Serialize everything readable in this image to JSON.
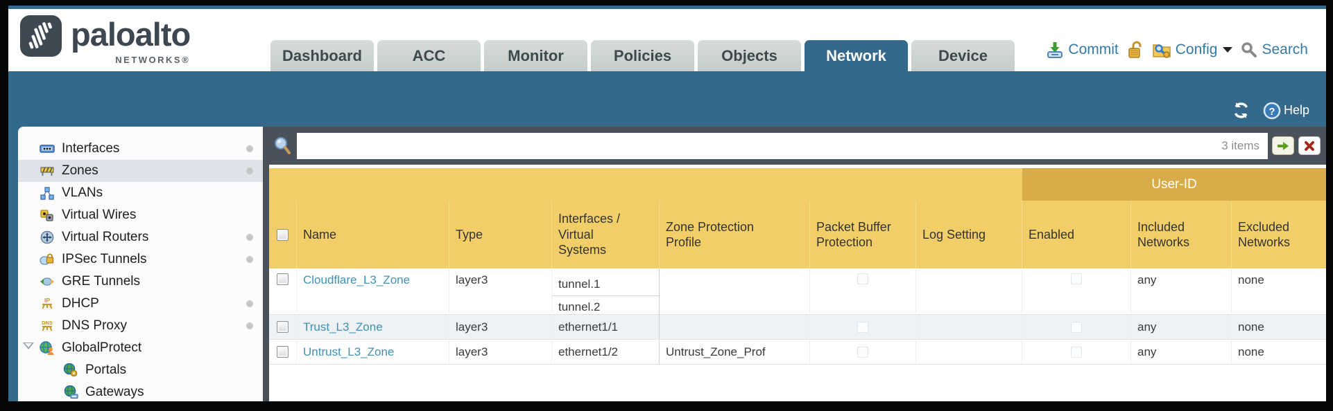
{
  "brand": {
    "name": "paloalto",
    "subtitle": "NETWORKS®"
  },
  "nav": {
    "tabs": [
      {
        "label": "Dashboard",
        "active": false
      },
      {
        "label": "ACC",
        "active": false
      },
      {
        "label": "Monitor",
        "active": false
      },
      {
        "label": "Policies",
        "active": false
      },
      {
        "label": "Objects",
        "active": false
      },
      {
        "label": "Network",
        "active": true
      },
      {
        "label": "Device",
        "active": false
      }
    ],
    "actions": {
      "commit": "Commit",
      "config": "Config",
      "search": "Search"
    }
  },
  "band": {
    "help": "Help"
  },
  "sidebar": {
    "items": [
      {
        "label": "Interfaces"
      },
      {
        "label": "Zones"
      },
      {
        "label": "VLANs"
      },
      {
        "label": "Virtual Wires"
      },
      {
        "label": "Virtual Routers"
      },
      {
        "label": "IPSec Tunnels"
      },
      {
        "label": "GRE Tunnels"
      },
      {
        "label": "DHCP"
      },
      {
        "label": "DNS Proxy"
      },
      {
        "label": "GlobalProtect"
      },
      {
        "label": "Portals"
      },
      {
        "label": "Gateways"
      }
    ]
  },
  "search": {
    "count": "3 items",
    "value": ""
  },
  "table": {
    "group_header": "User-ID",
    "columns": [
      "Name",
      "Type",
      "Interfaces / Virtual Systems",
      "Zone Protection Profile",
      "Packet Buffer Protection",
      "Log Setting",
      "Enabled",
      "Included Networks",
      "Excluded Networks"
    ],
    "rows": [
      {
        "name": "Cloudflare_L3_Zone",
        "type": "layer3",
        "interfaces": [
          "tunnel.1",
          "tunnel.2"
        ],
        "zone_protection_profile": "",
        "log_setting": "",
        "included_networks": "any",
        "excluded_networks": "none"
      },
      {
        "name": "Trust_L3_Zone",
        "type": "layer3",
        "interfaces": [
          "ethernet1/1"
        ],
        "zone_protection_profile": "",
        "log_setting": "",
        "included_networks": "any",
        "excluded_networks": "none"
      },
      {
        "name": "Untrust_L3_Zone",
        "type": "layer3",
        "interfaces": [
          "ethernet1/2"
        ],
        "zone_protection_profile": "Untrust_Zone_Prof",
        "log_setting": "",
        "included_networks": "any",
        "excluded_networks": "none"
      }
    ]
  }
}
